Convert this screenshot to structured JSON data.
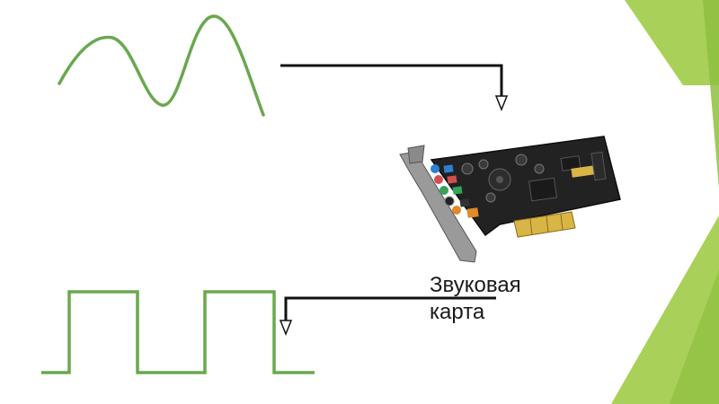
{
  "theme": {
    "accent_light": "#a9d15a",
    "accent_dark": "#8dbf3f",
    "wave_color": "#6aa84f",
    "arrow_color": "#111111"
  },
  "diagram": {
    "analog_signal": {
      "shape": "sine"
    },
    "digital_signal": {
      "shape": "square"
    },
    "device": {
      "icon": "sound-card-icon"
    },
    "caption": {
      "line1": "Звуковая",
      "line2": "карта"
    }
  }
}
